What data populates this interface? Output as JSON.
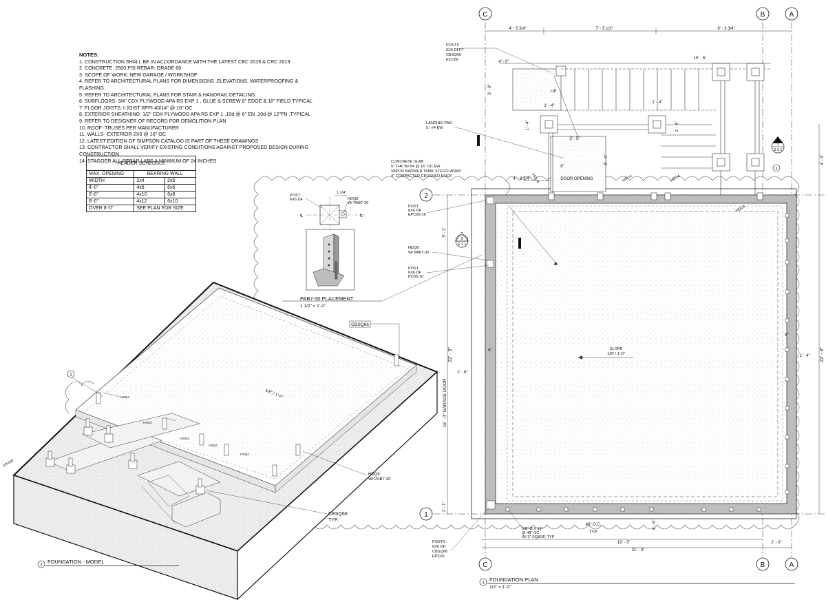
{
  "notes": {
    "title": "NOTES:",
    "items": [
      "1. CONSTRUCTION SHALL BE IN ACCORDANCE WITH THE LATEST CBC 2019 & CRC 2019",
      "2. CONCRETE: 2500 PSI REBAR: GRADE 60",
      "3. SCOPE OF WORK: NEW GARAGE / WORKSHOP",
      "4. REFER TO ARCHITECTURAL PLANS FOR DIMENSIONS ,ELEVATIONS, WATERPROOFING &",
      "FLASHING.",
      "5. REFER TO ARCHITECTURAL PLANS FOR STAIR & HANDRAIL DETAILING.",
      "6. SUBFLOORS: 3/4\" CDX PLYWOOD APA RS EXP 1 , GLUE & SCREW 6\" EDGE & 10\" FIELD TYPICAL",
      "7. FLOOR JOISTS: I-JOIST RFPI-40/14\" @ 16\" OC",
      "8. EXTERIOR SHEATHING: 1/2\" CDX PLYWOOD APA RS EXP 1 ,10d @ 6\" EN ,10d @ 12\"FN ,TYPICAL",
      "9. REFER TO DESIGNER OF RECORD FOR DEMOLITION PLAN",
      "10. ROOF- TRUSES PER MANUFACTURER",
      "11. WALLS- EXTERIOR 2X6 @ 16\" OC",
      "12. LATEST EDITION OF SIMPSON CATALOG IS PART OF THESE DRAWINGS",
      "13. CONTRACTOR SHALL VERIFY EXISTING CONDITIONS AGAINST PROPOSED DESIGN DURING",
      "CONSTRUCTION",
      "14. STAGGER ALL REBAR LAPS A MINIMUM OF 24 INCHES"
    ]
  },
  "header_schedule": {
    "title": "HEADER SCHEDULE",
    "col1": "MAX. OPENING",
    "col2": "BEARING WALL",
    "rows": [
      [
        "WIDTH",
        "2x4",
        "2x6"
      ],
      [
        "4'-0\"",
        "4x8",
        "6x6"
      ],
      [
        "6'-0\"",
        "4x10",
        "6x8"
      ],
      [
        "8'-0\"",
        "4x12",
        "6x10"
      ],
      [
        "OVER 8'-0\"",
        "SEE PLAN FOR SIZE",
        ""
      ]
    ]
  },
  "grid": {
    "c": "C",
    "b": "B",
    "a": "A",
    "one": "1",
    "two": "2"
  },
  "dims": {
    "top1": "4' - 5 3/4\"",
    "top2": "7' - 5 1/2\"",
    "top3": "9' - 3 3/4\"",
    "d15_5": "15' - 5\"",
    "d4_0": "4' - 0\"",
    "d3_0": "3' - 0\"",
    "d1_4a": "1' - 4\"",
    "d1_4b": "1' - 4\"",
    "d1_4c": "1' - 4\"",
    "d1_4d": "1' - 4\"",
    "d3_5": "3' - 5\"",
    "d8in": "8\"",
    "d4_9": "4' - 9 3/4\"",
    "d8_0": "8' - 0\"",
    "d4_9r": "4' - 9\"",
    "d5_2": "5' - 2\"",
    "d22_3": "22' - 3\"",
    "d22_3r": "22' - 3\"",
    "garage": "16' - 0\" GARAGE DOOR",
    "d2_6": "2' - 6\"",
    "d6in": "6\"",
    "d6r": "6\"",
    "d1_4r": "1' - 4\"",
    "d1_1": "1' - 1\"",
    "d4_6": "4' - 6\"",
    "d48": "48\" O.C.",
    "typ": "TYP.",
    "d19_3": "19' - 3\"",
    "d2_0": "2' - 0\"",
    "d21_3": "21' - 3\"",
    "d1_1_4": "1 1/4\""
  },
  "callouts": {
    "posts_top": [
      "POSTS",
      "6X6 DFPT",
      "CBSQ66",
      "ECC66"
    ],
    "landing": [
      "LANDING PAD",
      "5 / #4 EW"
    ],
    "slab": [
      "CONCRETE SLAB",
      "5\" THK W/ #4 @ 16\" OC EW",
      "VAPOR BARRIER 15MIL STEGO WRAP",
      "4\" COMPACTED CRUSHED ROCK"
    ],
    "up": "UP",
    "door_opening": "DOOR OPENING",
    "hdu4": "HDU4",
    "post1": [
      "POST",
      "6X6 DF",
      "EPC66-16"
    ],
    "hdq8": [
      "HDQ8",
      "W/ PAB7-30"
    ],
    "post2": [
      "POST",
      "6X6 DF",
      "PC66-16"
    ],
    "slope": [
      "SLOPE",
      "1/8\" / 1'-0\""
    ],
    "anchor": [
      "5/8\" Ø X 12\"",
      "@ 48\" OC",
      "W/ 3\" SQ&SP, TYP"
    ],
    "posts_bot": [
      "POSTS",
      "6X6 DF",
      "CBSQ66",
      "EPC66"
    ],
    "sec_s11": [
      "6",
      "S 1.1"
    ],
    "sec_s21": [
      "1",
      "S 2.1"
    ]
  },
  "pab": {
    "post": [
      "POST",
      "6X6 DF"
    ],
    "hdq8": [
      "HDQ8",
      "W/ PAB7-30"
    ],
    "title": "PAB7-30 PLACEMENT",
    "scale": "1 1/2\" = 1'-0\""
  },
  "model": {
    "cbsq66": "CBSQ66",
    "slope": "1/8\" / 1'-0\"",
    "hdq4": "HDQ4",
    "hdq8": [
      "HDQ8",
      "W/ PAB7-30"
    ],
    "cbsq66_typ": [
      "CBSQ66",
      "TYP."
    ],
    "num": "2",
    "title": "FOUNDATION - MODEL",
    "one": "1",
    "grade": "GRADE"
  },
  "plan_title": {
    "num": "1",
    "title": "FOUNDATION PLAN",
    "scale": "1/2\" = 1'-0\""
  }
}
